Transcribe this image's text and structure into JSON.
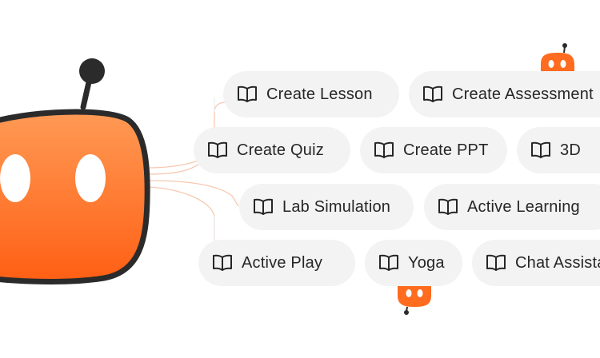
{
  "features": [
    {
      "label": "Create Lesson",
      "icon": "book-icon"
    },
    {
      "label": "Create Assessment",
      "icon": "book-icon"
    },
    {
      "label": "Create Quiz",
      "icon": "book-icon"
    },
    {
      "label": "Create PPT",
      "icon": "book-icon"
    },
    {
      "label": "3D",
      "icon": "book-icon"
    },
    {
      "label": "Lab Simulation",
      "icon": "book-icon"
    },
    {
      "label": "Active Learning",
      "icon": "book-icon"
    },
    {
      "label": "Active Play",
      "icon": "book-icon"
    },
    {
      "label": "Yoga",
      "icon": "book-icon"
    },
    {
      "label": "Chat Assistant",
      "icon": "book-icon"
    }
  ],
  "colors": {
    "accent": "#ff6b1f",
    "accent_light": "#ff9a55",
    "outline": "#2b2b2b",
    "chip_bg": "#f3f3f3",
    "text": "#262626"
  }
}
